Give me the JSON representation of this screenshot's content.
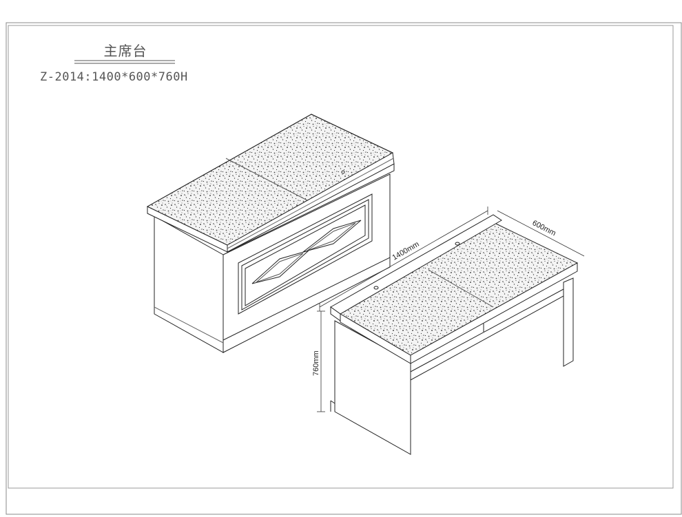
{
  "drawing": {
    "title": "主席台",
    "model": "Z-2014:1400*600*760H",
    "dimensions": {
      "length": "1400mm",
      "depth": "600mm",
      "height": "760mm"
    }
  }
}
